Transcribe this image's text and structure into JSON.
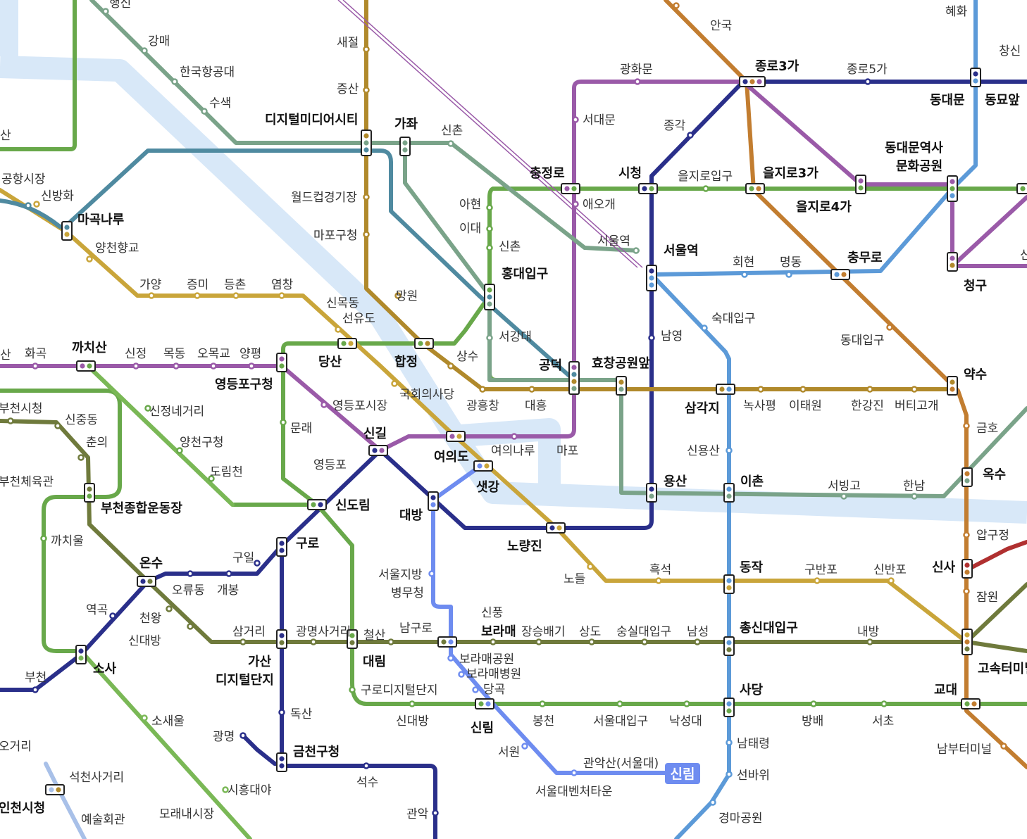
{
  "colors": {
    "river": "#d8e8f8",
    "line1": "#2a2f8a",
    "line2": "#68a84a",
    "line3": "#c27d30",
    "line4": "#5c9ad8",
    "line5": "#9a5aa8",
    "line6": "#b0892b",
    "line7": "#6f7a3c",
    "line9": "#c9a53a",
    "airport": "#4f8aa0",
    "gyeongui": "#7aa389",
    "seohae": "#7ab856",
    "sillim": "#6e8cf0",
    "shinbundang": "#b03030",
    "incheon2": "#a8c0e8"
  },
  "badge": {
    "label": "신림"
  },
  "stations": [
    {
      "label": "행신",
      "major": false
    },
    {
      "label": "강매",
      "major": false
    },
    {
      "label": "한국항공대",
      "major": false
    },
    {
      "label": "수색",
      "major": false
    },
    {
      "label": "디지털미디어시티",
      "major": true
    },
    {
      "label": "새절",
      "major": false
    },
    {
      "label": "증산",
      "major": false
    },
    {
      "label": "가좌",
      "major": true
    },
    {
      "label": "신촌",
      "major": false
    },
    {
      "label": "안국",
      "major": false
    },
    {
      "label": "혜화",
      "major": false
    },
    {
      "label": "창신",
      "major": false
    },
    {
      "label": "종로3가",
      "major": true
    },
    {
      "label": "종로5가",
      "major": false
    },
    {
      "label": "광화문",
      "major": false
    },
    {
      "label": "동대문",
      "major": true
    },
    {
      "label": "동묘앞",
      "major": true
    },
    {
      "label": "서대문",
      "major": false
    },
    {
      "label": "종각",
      "major": false
    },
    {
      "label": "동대문역사",
      "major": true
    },
    {
      "label": "문화공원",
      "major": true
    },
    {
      "label": "충정로",
      "major": true
    },
    {
      "label": "시청",
      "major": true
    },
    {
      "label": "을지로입구",
      "major": false
    },
    {
      "label": "을지로3가",
      "major": true
    },
    {
      "label": "을지로4가",
      "major": true
    },
    {
      "label": "애오개",
      "major": false
    },
    {
      "label": "아현",
      "major": false
    },
    {
      "label": "이대",
      "major": false
    },
    {
      "label": "신촌",
      "major": false
    },
    {
      "label": "서울역",
      "major": false
    },
    {
      "label": "서울역",
      "major": true
    },
    {
      "label": "회현",
      "major": false
    },
    {
      "label": "명동",
      "major": false
    },
    {
      "label": "충무로",
      "major": true
    },
    {
      "label": "청구",
      "major": true
    },
    {
      "label": "공항시장",
      "major": false
    },
    {
      "label": "신방화",
      "major": false
    },
    {
      "label": "마곡나루",
      "major": true
    },
    {
      "label": "양천향교",
      "major": false
    },
    {
      "label": "월드컵경기장",
      "major": false
    },
    {
      "label": "마포구청",
      "major": false
    },
    {
      "label": "홍대입구",
      "major": true
    },
    {
      "label": "가양",
      "major": false
    },
    {
      "label": "증미",
      "major": false
    },
    {
      "label": "등촌",
      "major": false
    },
    {
      "label": "염창",
      "major": false
    },
    {
      "label": "신목동",
      "major": false
    },
    {
      "label": "선유도",
      "major": false
    },
    {
      "label": "망원",
      "major": false
    },
    {
      "label": "숙대입구",
      "major": false
    },
    {
      "label": "서강대",
      "major": false
    },
    {
      "label": "남영",
      "major": false
    },
    {
      "label": "동대입구",
      "major": false
    },
    {
      "label": "화곡",
      "major": false
    },
    {
      "label": "까치산",
      "major": true
    },
    {
      "label": "신정",
      "major": false
    },
    {
      "label": "목동",
      "major": false
    },
    {
      "label": "오목교",
      "major": false
    },
    {
      "label": "양평",
      "major": false
    },
    {
      "label": "당산",
      "major": true
    },
    {
      "label": "합정",
      "major": true
    },
    {
      "label": "상수",
      "major": false
    },
    {
      "label": "공덕",
      "major": true
    },
    {
      "label": "효창공원앞",
      "major": true
    },
    {
      "label": "약수",
      "major": true
    },
    {
      "label": "영등포구청",
      "major": true
    },
    {
      "label": "국회의사당",
      "major": false
    },
    {
      "label": "광흥창",
      "major": false
    },
    {
      "label": "대흥",
      "major": false
    },
    {
      "label": "삼각지",
      "major": true
    },
    {
      "label": "녹사평",
      "major": false
    },
    {
      "label": "이태원",
      "major": false
    },
    {
      "label": "한강진",
      "major": false
    },
    {
      "label": "버티고개",
      "major": false
    },
    {
      "label": "영등포시장",
      "major": false
    },
    {
      "label": "신정네거리",
      "major": false
    },
    {
      "label": "부천시청",
      "major": false
    },
    {
      "label": "신중동",
      "major": false
    },
    {
      "label": "춘의",
      "major": false
    },
    {
      "label": "문래",
      "major": false
    },
    {
      "label": "신길",
      "major": true
    },
    {
      "label": "양천구청",
      "major": false
    },
    {
      "label": "여의도",
      "major": true
    },
    {
      "label": "여의나루",
      "major": false
    },
    {
      "label": "마포",
      "major": false
    },
    {
      "label": "신용산",
      "major": false
    },
    {
      "label": "금호",
      "major": false
    },
    {
      "label": "부천체육관",
      "major": false
    },
    {
      "label": "도림천",
      "major": false
    },
    {
      "label": "영등포",
      "major": false
    },
    {
      "label": "샛강",
      "major": true
    },
    {
      "label": "용산",
      "major": true
    },
    {
      "label": "이촌",
      "major": true
    },
    {
      "label": "서빙고",
      "major": false
    },
    {
      "label": "한남",
      "major": false
    },
    {
      "label": "옥수",
      "major": true
    },
    {
      "label": "부천종합운동장",
      "major": true
    },
    {
      "label": "신도림",
      "major": true
    },
    {
      "label": "대방",
      "major": true
    },
    {
      "label": "까치울",
      "major": false
    },
    {
      "label": "구로",
      "major": true
    },
    {
      "label": "노량진",
      "major": true
    },
    {
      "label": "압구정",
      "major": false
    },
    {
      "label": "구일",
      "major": false
    },
    {
      "label": "온수",
      "major": true
    },
    {
      "label": "서울지방",
      "major": false
    },
    {
      "label": "병무청",
      "major": false
    },
    {
      "label": "노들",
      "major": false
    },
    {
      "label": "흑석",
      "major": false
    },
    {
      "label": "동작",
      "major": true
    },
    {
      "label": "구반포",
      "major": false
    },
    {
      "label": "신반포",
      "major": false
    },
    {
      "label": "신사",
      "major": true
    },
    {
      "label": "오류동",
      "major": false
    },
    {
      "label": "개봉",
      "major": false
    },
    {
      "label": "잠원",
      "major": false
    },
    {
      "label": "역곡",
      "major": false
    },
    {
      "label": "천왕",
      "major": false
    },
    {
      "label": "신대방",
      "major": false
    },
    {
      "label": "삼거리",
      "major": false
    },
    {
      "label": "광명사거리",
      "major": false
    },
    {
      "label": "철산",
      "major": false
    },
    {
      "label": "남구로",
      "major": false
    },
    {
      "label": "신풍",
      "major": false
    },
    {
      "label": "보라매",
      "major": true
    },
    {
      "label": "장승배기",
      "major": false
    },
    {
      "label": "상도",
      "major": false
    },
    {
      "label": "숭실대입구",
      "major": false
    },
    {
      "label": "남성",
      "major": false
    },
    {
      "label": "총신대입구",
      "major": true
    },
    {
      "label": "내방",
      "major": false
    },
    {
      "label": "고속터미널",
      "major": true
    },
    {
      "label": "가산",
      "major": true
    },
    {
      "label": "디지털단지",
      "major": true
    },
    {
      "label": "대림",
      "major": true
    },
    {
      "label": "보라매공원",
      "major": false
    },
    {
      "label": "보라매병원",
      "major": false
    },
    {
      "label": "소사",
      "major": true
    },
    {
      "label": "당곡",
      "major": false
    },
    {
      "label": "구로디지털단지",
      "major": false
    },
    {
      "label": "사당",
      "major": true
    },
    {
      "label": "교대",
      "major": true
    },
    {
      "label": "부천",
      "major": false
    },
    {
      "label": "신대방",
      "major": false
    },
    {
      "label": "신림",
      "major": true
    },
    {
      "label": "봉천",
      "major": false
    },
    {
      "label": "서울대입구",
      "major": false
    },
    {
      "label": "낙성대",
      "major": false
    },
    {
      "label": "방배",
      "major": false
    },
    {
      "label": "서초",
      "major": false
    },
    {
      "label": "소새울",
      "major": false
    },
    {
      "label": "독산",
      "major": false
    },
    {
      "label": "광명",
      "major": false
    },
    {
      "label": "남태령",
      "major": false
    },
    {
      "label": "남부터미널",
      "major": false
    },
    {
      "label": "오거리",
      "major": false
    },
    {
      "label": "금천구청",
      "major": true
    },
    {
      "label": "서원",
      "major": false
    },
    {
      "label": "관악산(서울대)",
      "major": false
    },
    {
      "label": "석천사거리",
      "major": false
    },
    {
      "label": "석수",
      "major": false
    },
    {
      "label": "선바위",
      "major": false
    },
    {
      "label": "시흥대야",
      "major": false
    },
    {
      "label": "서울대벤처타운",
      "major": false
    },
    {
      "label": "인천시청",
      "major": true
    },
    {
      "label": "관악",
      "major": false
    },
    {
      "label": "모래내시장",
      "major": false
    },
    {
      "label": "예술회관",
      "major": false
    },
    {
      "label": "경마공원",
      "major": false
    },
    {
      "label": "산",
      "major": false
    },
    {
      "label": "산",
      "major": false
    },
    {
      "label": "신",
      "major": false
    }
  ]
}
